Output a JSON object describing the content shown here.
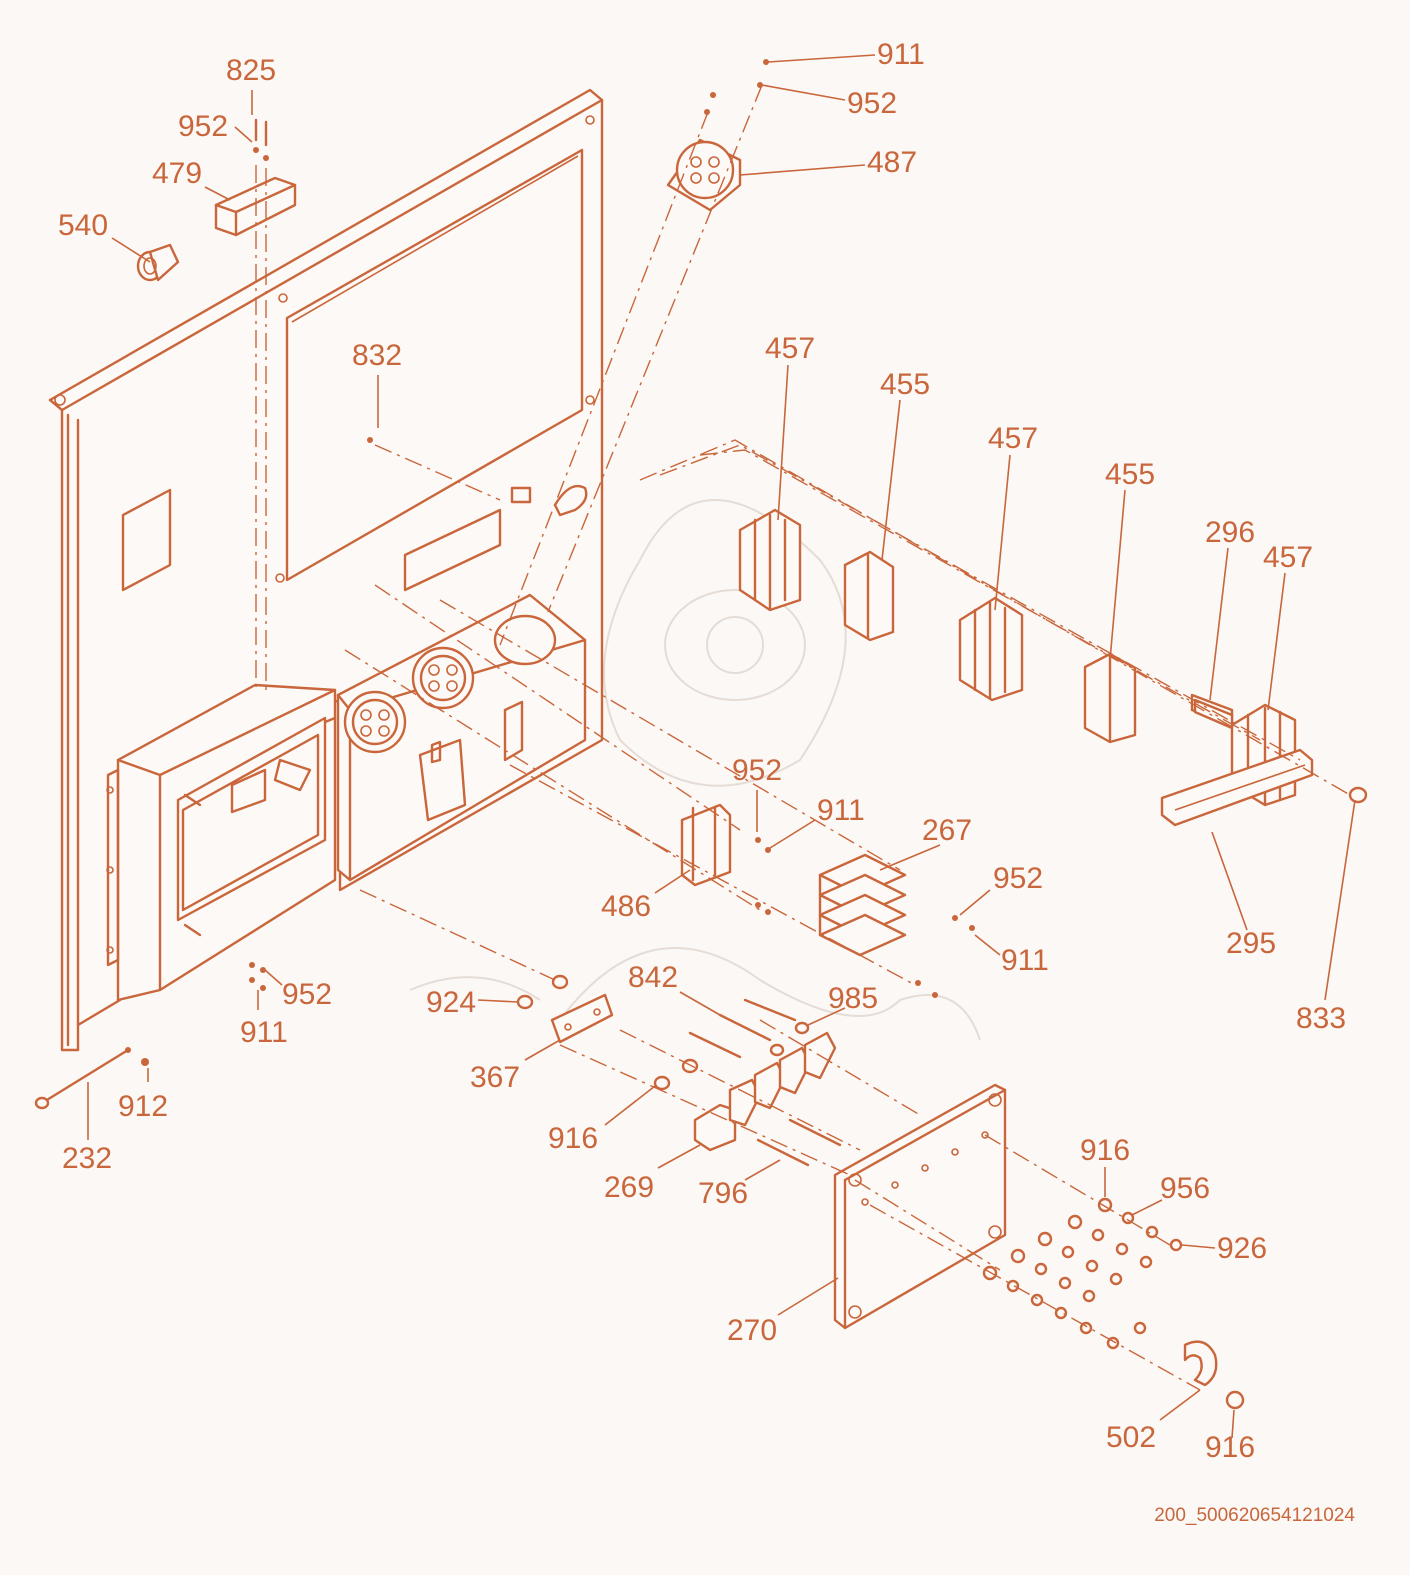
{
  "colors": {
    "ink": "#c9663b",
    "background": "#fbf8f6",
    "watermark": "#e6dcd6"
  },
  "drawing_code": "200_500620654121024",
  "callouts": [
    {
      "id": "c825",
      "text": "825"
    },
    {
      "id": "c952a",
      "text": "952"
    },
    {
      "id": "c479",
      "text": "479"
    },
    {
      "id": "c540",
      "text": "540"
    },
    {
      "id": "c911a",
      "text": "911"
    },
    {
      "id": "c952b",
      "text": "952"
    },
    {
      "id": "c487",
      "text": "487"
    },
    {
      "id": "c832",
      "text": "832"
    },
    {
      "id": "c457a",
      "text": "457"
    },
    {
      "id": "c455a",
      "text": "455"
    },
    {
      "id": "c457b",
      "text": "457"
    },
    {
      "id": "c455b",
      "text": "455"
    },
    {
      "id": "c296",
      "text": "296"
    },
    {
      "id": "c457c",
      "text": "457"
    },
    {
      "id": "c952c",
      "text": "952"
    },
    {
      "id": "c911b",
      "text": "911"
    },
    {
      "id": "c267",
      "text": "267"
    },
    {
      "id": "c952d",
      "text": "952"
    },
    {
      "id": "c486",
      "text": "486"
    },
    {
      "id": "c911c",
      "text": "911"
    },
    {
      "id": "c295",
      "text": "295"
    },
    {
      "id": "c833",
      "text": "833"
    },
    {
      "id": "c952e",
      "text": "952"
    },
    {
      "id": "c911d",
      "text": "911"
    },
    {
      "id": "c924",
      "text": "924"
    },
    {
      "id": "c842",
      "text": "842"
    },
    {
      "id": "c985",
      "text": "985"
    },
    {
      "id": "c367",
      "text": "367"
    },
    {
      "id": "c912",
      "text": "912"
    },
    {
      "id": "c232",
      "text": "232"
    },
    {
      "id": "c916a",
      "text": "916"
    },
    {
      "id": "c269",
      "text": "269"
    },
    {
      "id": "c796",
      "text": "796"
    },
    {
      "id": "c916b",
      "text": "916"
    },
    {
      "id": "c956",
      "text": "956"
    },
    {
      "id": "c926",
      "text": "926"
    },
    {
      "id": "c270",
      "text": "270"
    },
    {
      "id": "c502",
      "text": "502"
    },
    {
      "id": "c916c",
      "text": "916"
    }
  ]
}
